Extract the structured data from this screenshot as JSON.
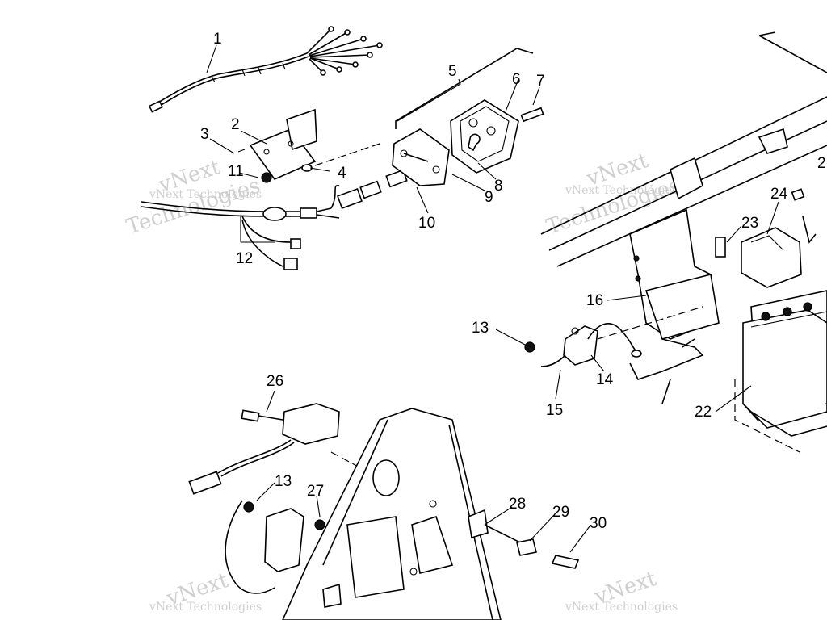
{
  "callouts": [
    "1",
    "2",
    "3",
    "11",
    "4",
    "5",
    "6",
    "7",
    "8",
    "9",
    "10",
    "12",
    "24",
    "23",
    "2",
    "16",
    "13",
    "14",
    "15",
    "22",
    "26",
    "13",
    "27",
    "28",
    "29",
    "30"
  ],
  "watermark": {
    "line1": "vNext",
    "line2": "Technologies",
    "line3": "vNext Technologies"
  }
}
